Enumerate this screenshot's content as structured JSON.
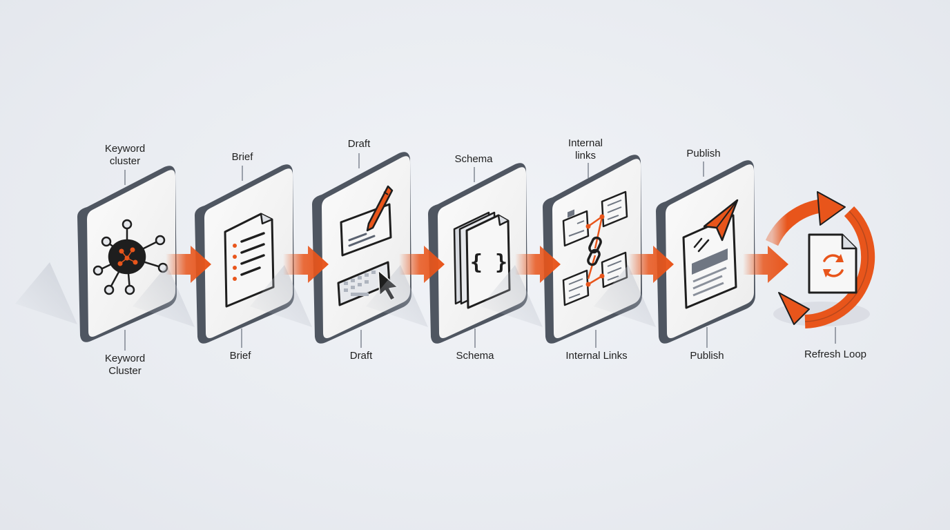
{
  "colors": {
    "accent": "#e8551b",
    "panel_face": "#f4f4f4",
    "panel_edge": "#4f5661",
    "icon_stroke": "#1e1e1e",
    "icon_fill": "#e6e8ec"
  },
  "stages": [
    {
      "top_label": "Keyword\ncluster",
      "bottom_label": "Keyword\nCluster",
      "icon": "network-cluster-icon"
    },
    {
      "top_label": "Brief",
      "bottom_label": "Brief",
      "icon": "document-list-icon"
    },
    {
      "top_label": "Draft",
      "bottom_label": "Draft",
      "icon": "pencil-keyboard-icon"
    },
    {
      "top_label": "Schema",
      "bottom_label": "Schema",
      "icon": "code-braces-icon"
    },
    {
      "top_label": "Internal\nlinks",
      "bottom_label": "Internal Links",
      "icon": "linked-pages-icon"
    },
    {
      "top_label": "Publish",
      "bottom_label": "Publish",
      "icon": "paper-plane-icon"
    }
  ],
  "refresh": {
    "label": "Refresh Loop",
    "icon": "refresh-cycle-icon"
  }
}
